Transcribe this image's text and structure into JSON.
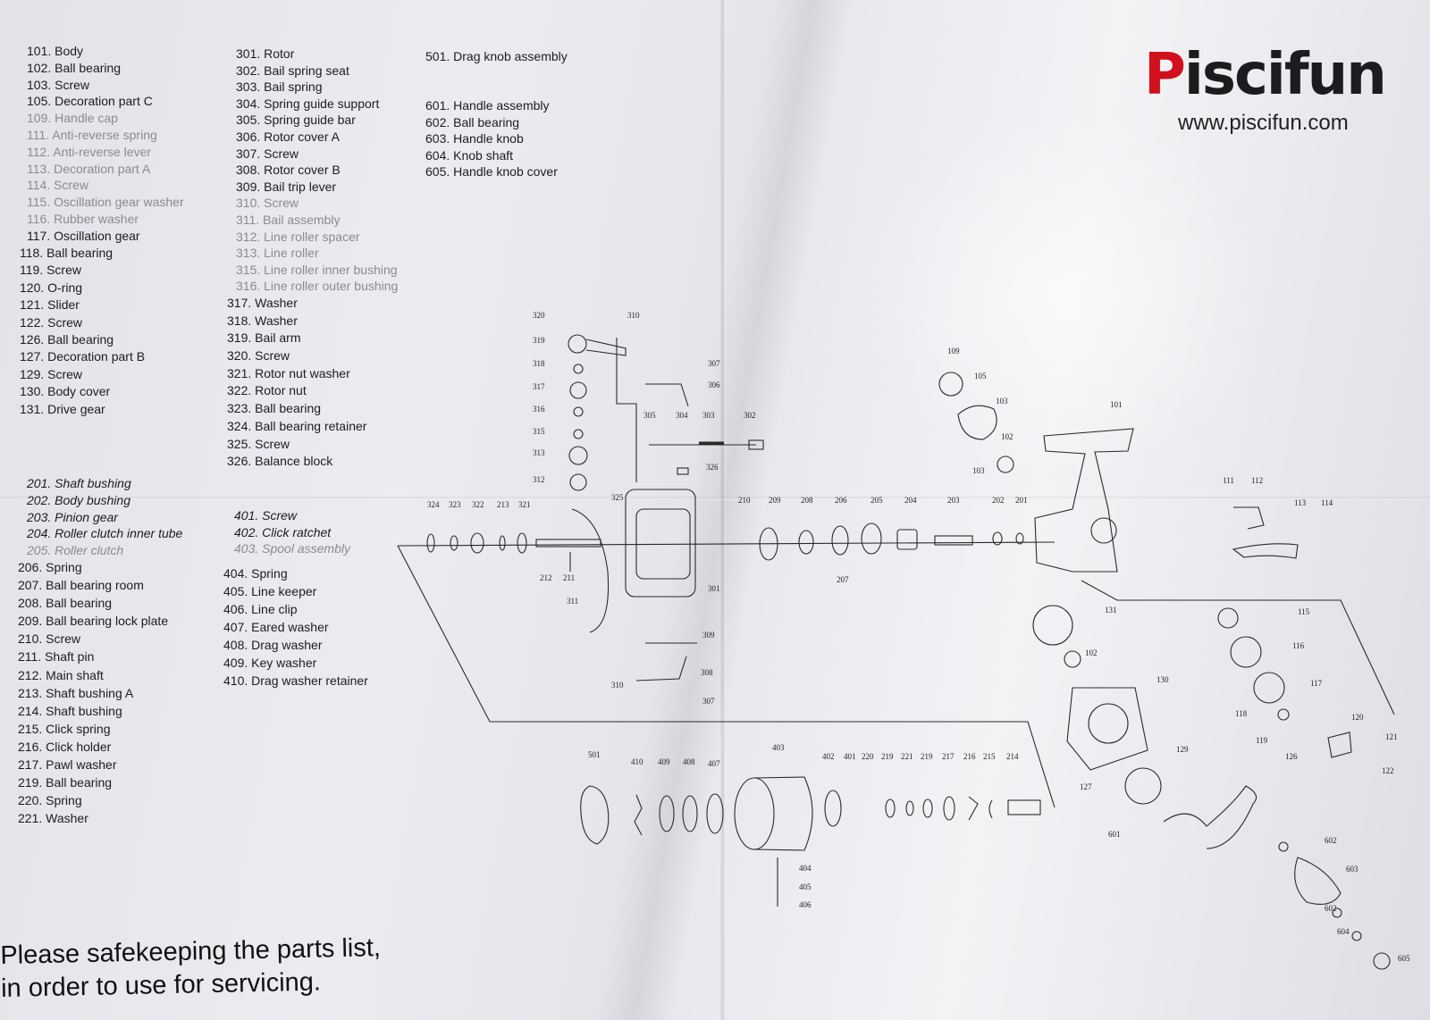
{
  "brand": {
    "initial": "P",
    "rest": "iscifun",
    "url": "www.piscifun.com"
  },
  "parts_col1": [
    {
      "text": "101. Body"
    },
    {
      "text": "102. Ball bearing"
    },
    {
      "text": "103. Screw"
    },
    {
      "text": "105. Decoration part C"
    },
    {
      "text": "109. Handle cap",
      "faint": true
    },
    {
      "text": "111. Anti-reverse spring",
      "faint": true
    },
    {
      "text": "112. Anti-reverse lever",
      "faint": true
    },
    {
      "text": "113. Decoration part A",
      "faint": true
    },
    {
      "text": "114. Screw",
      "faint": true
    },
    {
      "text": "115. Oscillation gear washer",
      "faint": true
    },
    {
      "text": "116. Rubber washer",
      "faint": true
    },
    {
      "text": "117. Oscillation gear"
    }
  ],
  "parts_col2": [
    {
      "text": "118. Ball bearing"
    },
    {
      "text": "119. Screw"
    },
    {
      "text": "120. O-ring"
    },
    {
      "text": "121. Slider"
    },
    {
      "text": "122. Screw"
    },
    {
      "text": "126. Ball bearing"
    },
    {
      "text": "127. Decoration part B"
    },
    {
      "text": "129. Screw"
    },
    {
      "text": "130. Body cover"
    },
    {
      "text": "131. Drive gear"
    }
  ],
  "parts_col3": [
    {
      "text": "301. Rotor"
    },
    {
      "text": "302. Bail spring seat"
    },
    {
      "text": "303. Bail spring"
    },
    {
      "text": "304. Spring guide support"
    },
    {
      "text": "305. Spring guide bar"
    },
    {
      "text": "306. Rotor cover A"
    },
    {
      "text": "307. Screw"
    },
    {
      "text": "308. Rotor cover B"
    },
    {
      "text": "309. Bail trip lever"
    },
    {
      "text": "310. Screw",
      "faint": true
    },
    {
      "text": "311. Bail assembly",
      "faint": true
    },
    {
      "text": "312. Line roller spacer",
      "faint": true
    },
    {
      "text": "313. Line roller",
      "faint": true
    },
    {
      "text": "315. Line roller inner bushing",
      "faint": true
    },
    {
      "text": "316. Line roller outer bushing",
      "faint": true
    }
  ],
  "parts_col4": [
    {
      "text": "317. Washer"
    },
    {
      "text": "318. Washer"
    },
    {
      "text": "319. Bail arm"
    },
    {
      "text": "320. Screw"
    },
    {
      "text": "321. Rotor nut washer"
    },
    {
      "text": "322. Rotor nut"
    },
    {
      "text": "323. Ball bearing"
    },
    {
      "text": "324. Ball bearing retainer"
    },
    {
      "text": "325. Screw"
    },
    {
      "text": "326. Balance block"
    }
  ],
  "parts_col5": [
    {
      "text": "201. Shaft bushing"
    },
    {
      "text": "202. Body bushing"
    },
    {
      "text": "203. Pinion gear"
    },
    {
      "text": "204. Roller clutch inner tube"
    },
    {
      "text": "205. Roller clutch",
      "faint": true
    }
  ],
  "parts_col6": [
    {
      "text": "206. Spring"
    },
    {
      "text": "207. Ball bearing room"
    },
    {
      "text": "208. Ball bearing"
    },
    {
      "text": "209. Ball bearing lock plate"
    },
    {
      "text": "210. Screw"
    },
    {
      "text": "211. Shaft pin"
    },
    {
      "text": "212. Main shaft"
    },
    {
      "text": "213. Shaft bushing A"
    },
    {
      "text": "214. Shaft bushing"
    },
    {
      "text": "215. Click spring"
    },
    {
      "text": "216. Click holder"
    },
    {
      "text": "217. Pawl washer"
    },
    {
      "text": "219. Ball bearing"
    },
    {
      "text": "220. Spring"
    },
    {
      "text": "221. Washer"
    }
  ],
  "parts_col7": [
    {
      "text": "401. Screw"
    },
    {
      "text": "402. Click ratchet"
    },
    {
      "text": "403. Spool assembly",
      "faint": true
    }
  ],
  "parts_col8": [
    {
      "text": "404. Spring"
    },
    {
      "text": "405. Line keeper"
    },
    {
      "text": "406. Line clip"
    },
    {
      "text": "407. Eared washer"
    },
    {
      "text": "408. Drag washer"
    },
    {
      "text": "409. Key washer"
    },
    {
      "text": "410. Drag washer retainer"
    }
  ],
  "parts_col9": [
    {
      "text": "501. Drag knob assembly"
    }
  ],
  "parts_col10": [
    {
      "text": "601. Handle assembly"
    },
    {
      "text": "602. Ball bearing"
    },
    {
      "text": "603. Handle knob"
    },
    {
      "text": "604. Knob shaft"
    },
    {
      "text": "605. Handle knob cover"
    }
  ],
  "diagram_labels": [
    {
      "id": "320"
    },
    {
      "id": "310"
    },
    {
      "id": "319"
    },
    {
      "id": "318"
    },
    {
      "id": "317"
    },
    {
      "id": "316"
    },
    {
      "id": "315"
    },
    {
      "id": "313"
    },
    {
      "id": "312"
    },
    {
      "id": "311"
    },
    {
      "id": "307"
    },
    {
      "id": "306"
    },
    {
      "id": "305"
    },
    {
      "id": "304"
    },
    {
      "id": "303"
    },
    {
      "id": "302"
    },
    {
      "id": "326"
    },
    {
      "id": "325"
    },
    {
      "id": "324"
    },
    {
      "id": "323"
    },
    {
      "id": "322"
    },
    {
      "id": "213"
    },
    {
      "id": "321"
    },
    {
      "id": "212"
    },
    {
      "id": "211"
    },
    {
      "id": "301"
    },
    {
      "id": "309"
    },
    {
      "id": "308"
    },
    {
      "id": "310"
    },
    {
      "id": "307"
    },
    {
      "id": "210"
    },
    {
      "id": "209"
    },
    {
      "id": "208"
    },
    {
      "id": "206"
    },
    {
      "id": "205"
    },
    {
      "id": "204"
    },
    {
      "id": "203"
    },
    {
      "id": "202"
    },
    {
      "id": "201"
    },
    {
      "id": "207"
    },
    {
      "id": "109"
    },
    {
      "id": "105"
    },
    {
      "id": "103"
    },
    {
      "id": "102"
    },
    {
      "id": "103"
    },
    {
      "id": "101"
    },
    {
      "id": "111"
    },
    {
      "id": "112"
    },
    {
      "id": "113"
    },
    {
      "id": "114"
    },
    {
      "id": "131"
    },
    {
      "id": "115"
    },
    {
      "id": "102"
    },
    {
      "id": "116"
    },
    {
      "id": "130"
    },
    {
      "id": "117"
    },
    {
      "id": "118"
    },
    {
      "id": "120"
    },
    {
      "id": "119"
    },
    {
      "id": "121"
    },
    {
      "id": "129"
    },
    {
      "id": "126"
    },
    {
      "id": "122"
    },
    {
      "id": "127"
    },
    {
      "id": "501"
    },
    {
      "id": "410"
    },
    {
      "id": "409"
    },
    {
      "id": "408"
    },
    {
      "id": "407"
    },
    {
      "id": "403"
    },
    {
      "id": "402"
    },
    {
      "id": "401"
    },
    {
      "id": "220"
    },
    {
      "id": "219"
    },
    {
      "id": "221"
    },
    {
      "id": "219"
    },
    {
      "id": "217"
    },
    {
      "id": "216"
    },
    {
      "id": "215"
    },
    {
      "id": "214"
    },
    {
      "id": "404"
    },
    {
      "id": "405"
    },
    {
      "id": "406"
    },
    {
      "id": "601"
    },
    {
      "id": "602"
    },
    {
      "id": "603"
    },
    {
      "id": "602"
    },
    {
      "id": "604"
    },
    {
      "id": "605"
    }
  ],
  "footer": {
    "line1": "Please safekeeping the parts list,",
    "line2": "in order to use for servicing."
  }
}
